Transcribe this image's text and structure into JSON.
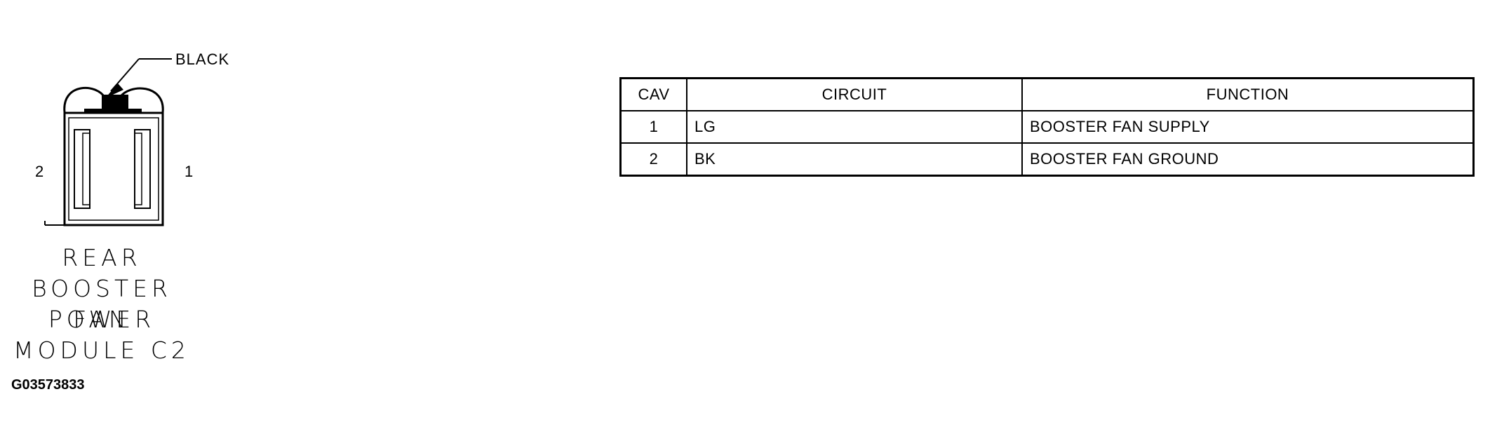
{
  "connector": {
    "color_callout": "BLACK",
    "pin_left": "2",
    "pin_right": "1",
    "caption_lines": [
      "REAR",
      "BOOSTER FAN",
      "POWER",
      "MODULE C2"
    ],
    "diagram_id": "G03573833"
  },
  "table": {
    "headers": [
      "CAV",
      "CIRCUIT",
      "FUNCTION"
    ],
    "rows": [
      [
        "1",
        "LG",
        "BOOSTER FAN SUPPLY"
      ],
      [
        "2",
        "BK",
        "BOOSTER FAN GROUND"
      ]
    ]
  }
}
